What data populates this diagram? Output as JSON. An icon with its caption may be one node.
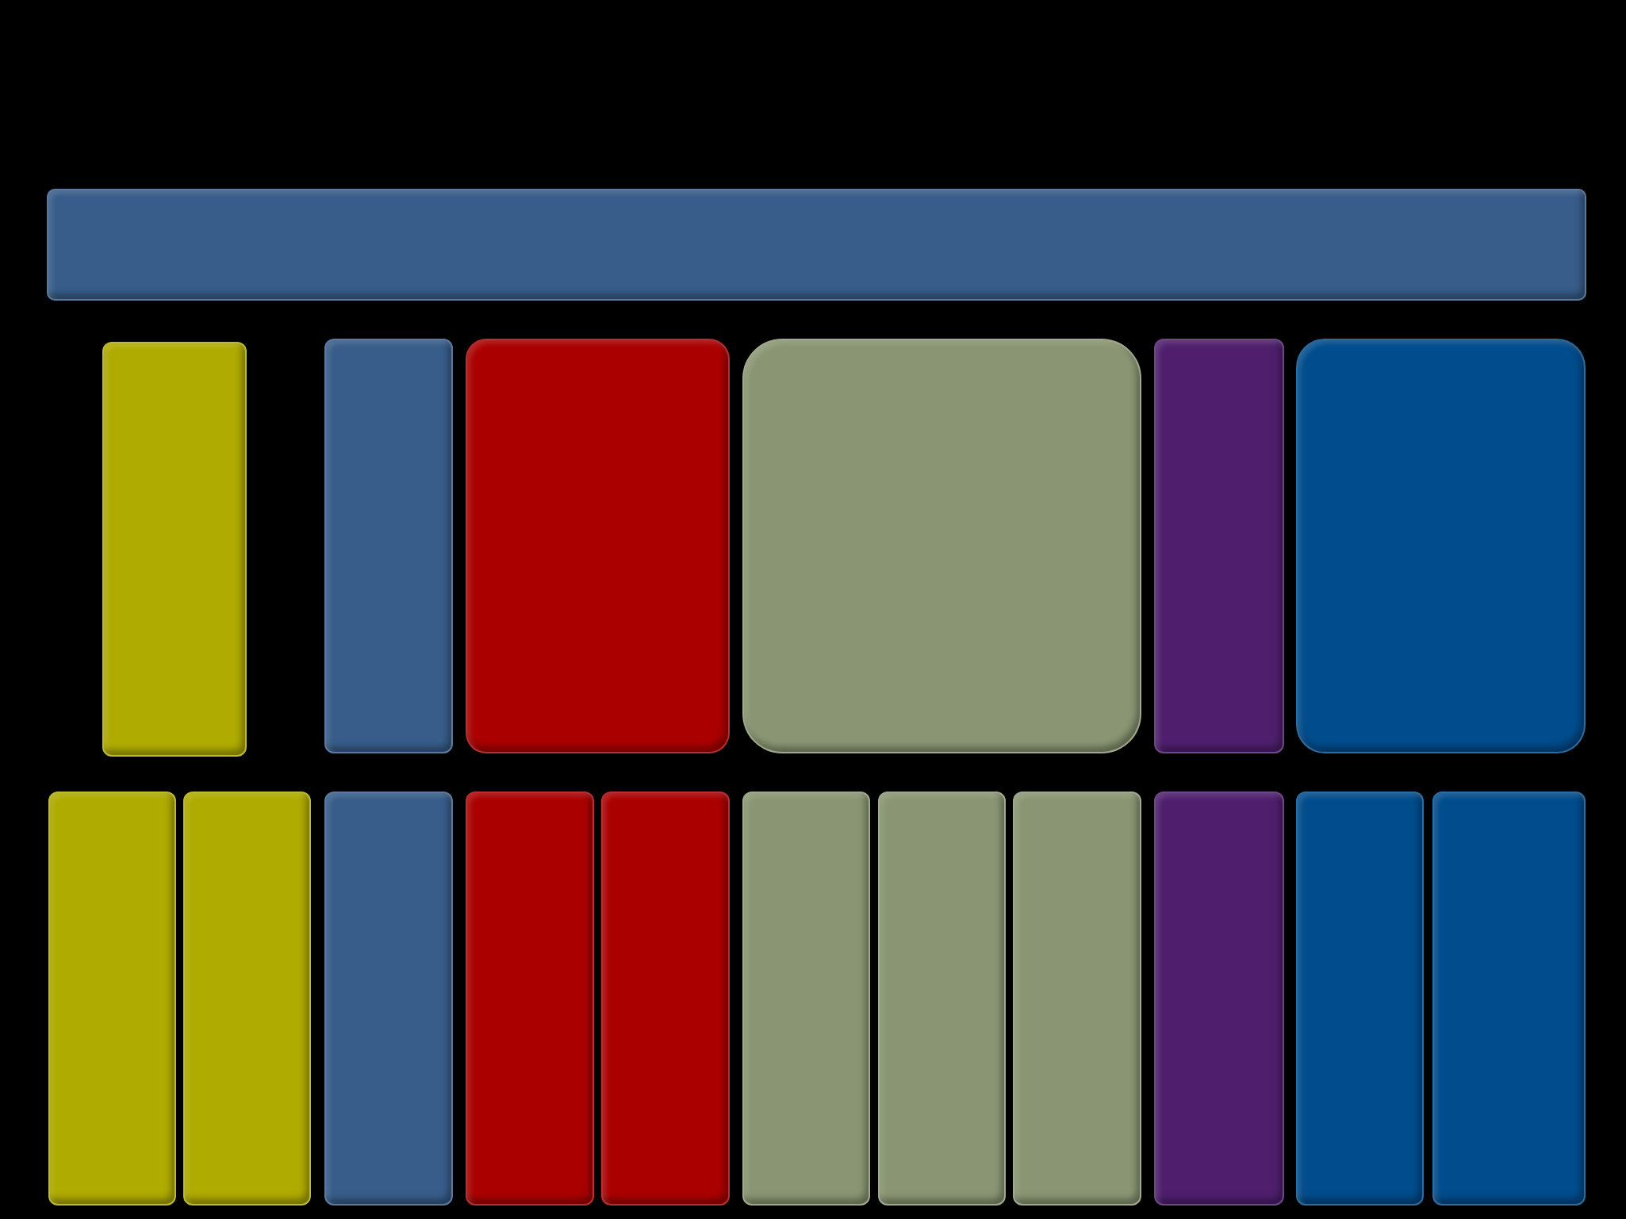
{
  "diagram": {
    "nodes": [
      {
        "text": [],
        "shape": "box"
      },
      {
        "text": [],
        "shape": "box"
      },
      {
        "text": [],
        "shape": "box"
      },
      {
        "text": [],
        "shape": "box"
      },
      {
        "text": [],
        "shape": "box"
      },
      {
        "text": [],
        "shape": "box"
      },
      {
        "text": [],
        "shape": "box"
      },
      {
        "text": [],
        "shape": "box"
      },
      {
        "text": [],
        "shape": "box"
      },
      {
        "text": [],
        "shape": "box"
      },
      {
        "text": [],
        "shape": "box"
      },
      {
        "text": [],
        "shape": "box"
      },
      {
        "text": [],
        "shape": "box"
      },
      {
        "text": [],
        "shape": "box"
      },
      {
        "text": [],
        "shape": "box"
      },
      {
        "text": [],
        "shape": "box"
      },
      {
        "text": [],
        "shape": "box"
      },
      {
        "text": [],
        "shape": "box"
      }
    ]
  }
}
